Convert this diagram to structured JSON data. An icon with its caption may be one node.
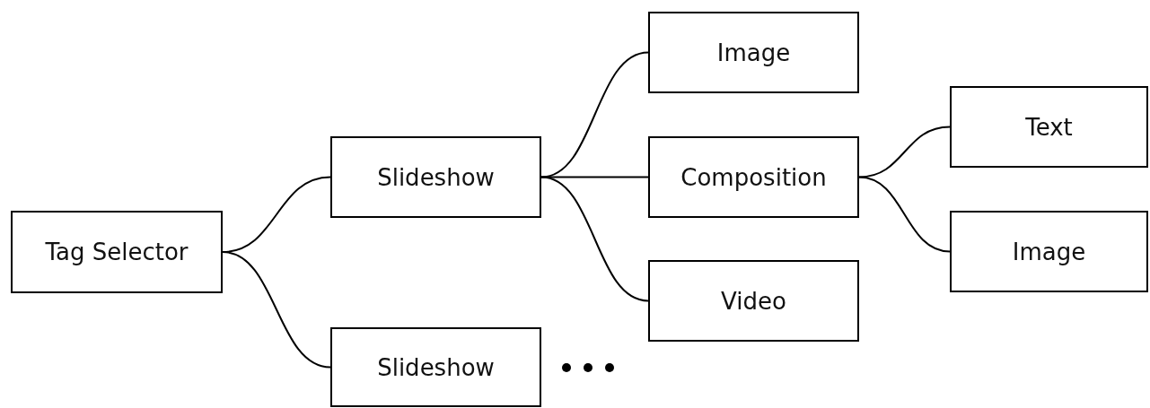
{
  "diagram": {
    "nodes": [
      {
        "text": [
          "Tag Selector"
        ]
      },
      {
        "text": [
          "Slideshow"
        ]
      },
      {
        "text": [
          "Slideshow"
        ]
      },
      {
        "text": [
          "Image"
        ]
      },
      {
        "text": [
          "Composition"
        ]
      },
      {
        "text": [
          "Video"
        ]
      },
      {
        "text": [
          "Text"
        ]
      },
      {
        "text": [
          "Image"
        ]
      }
    ],
    "edges": [
      {
        "from": 0,
        "to": 1,
        "arrow": "none"
      },
      {
        "from": 0,
        "to": 2,
        "arrow": "none"
      },
      {
        "from": 1,
        "to": 3,
        "arrow": "none"
      },
      {
        "from": 1,
        "to": 4,
        "arrow": "none"
      },
      {
        "from": 1,
        "to": 5,
        "arrow": "none"
      },
      {
        "from": 4,
        "to": 6,
        "arrow": "none"
      },
      {
        "from": 4,
        "to": 7,
        "arrow": "none"
      }
    ]
  }
}
